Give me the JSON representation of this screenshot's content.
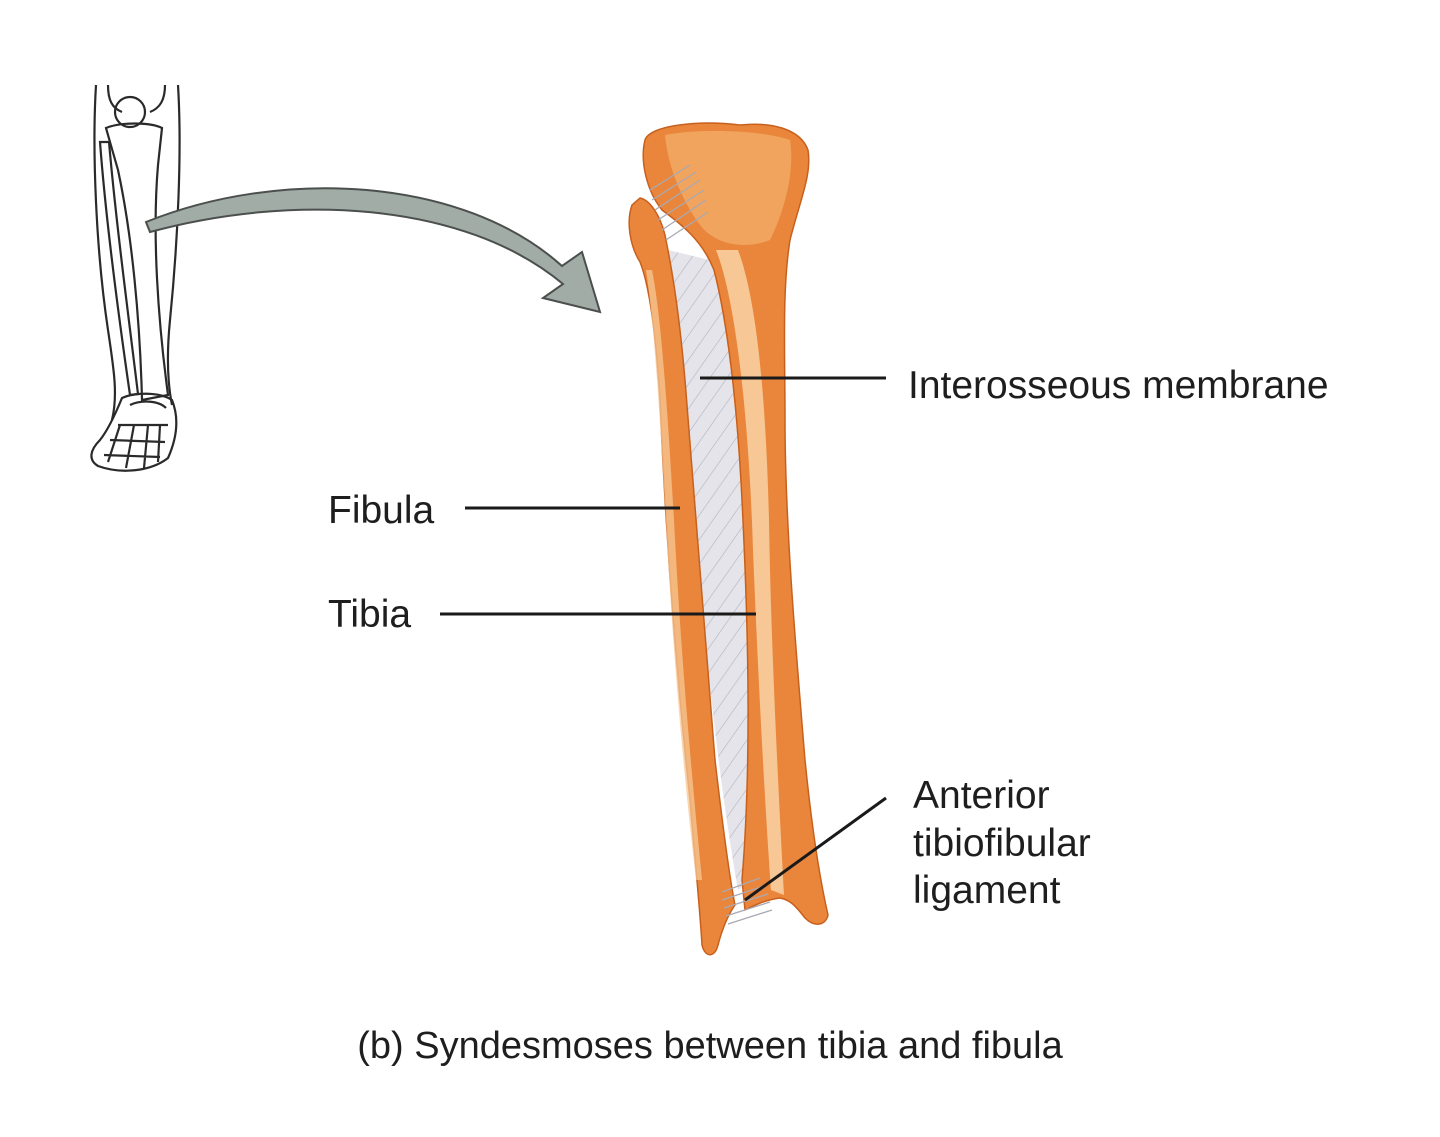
{
  "labels": {
    "interosseous_membrane": "Interosseous membrane",
    "fibula": "Fibula",
    "tibia": "Tibia",
    "anterior_tibiofibular_ligament": [
      "Anterior",
      "tibiofibular",
      "ligament"
    ]
  },
  "caption": "(b) Syndesmoses between tibia and fibula",
  "colors": {
    "bone": "#e9863b",
    "bone_highlight": "#f7c795",
    "bone_head": "#f0a45e",
    "membrane": "#e4e4ea",
    "arrow": "#a1aca6",
    "locator_bone": "#a9d6ee"
  }
}
